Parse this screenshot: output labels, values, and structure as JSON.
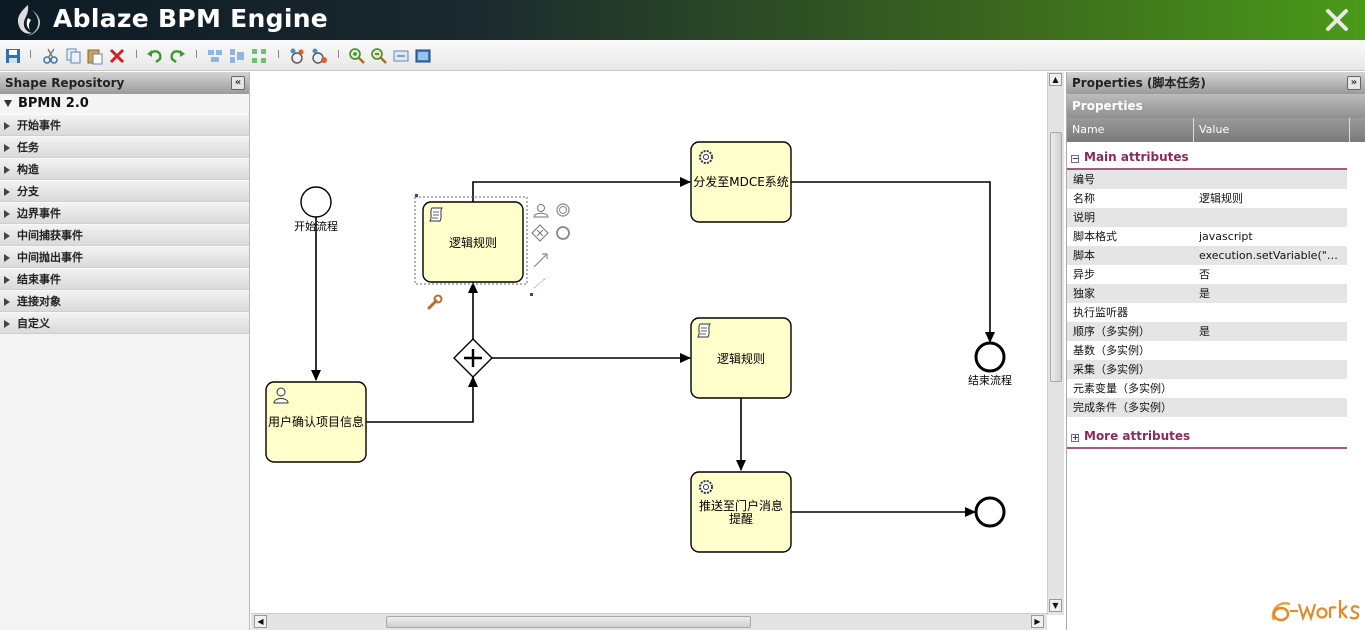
{
  "app": {
    "title": "Ablaze BPM Engine"
  },
  "shape_repository": {
    "title": "Shape Repository",
    "root": "BPMN 2.0",
    "categories": [
      "开始事件",
      "任务",
      "构造",
      "分支",
      "边界事件",
      "中间捕获事件",
      "中间抛出事件",
      "结束事件",
      "连接对象",
      "自定义"
    ]
  },
  "diagram": {
    "start_label": "开始流程",
    "end_label": "结束流程",
    "tasks": {
      "confirm": "用户确认项目信息",
      "rule_top": "逻辑规则",
      "rule_mid": "逻辑规则",
      "dispatch": "分发至MDCE系统",
      "push_line1": "推送至门户消息",
      "push_line2": "提醒"
    }
  },
  "properties": {
    "title": "Properties (脚本任务)",
    "subheader": "Properties",
    "col_name": "Name",
    "col_value": "Value",
    "main_section": "Main attributes",
    "more_section": "More attributes",
    "rows": [
      {
        "name": "编号",
        "value": ""
      },
      {
        "name": "名称",
        "value": "逻辑规则"
      },
      {
        "name": "说明",
        "value": ""
      },
      {
        "name": "脚本格式",
        "value": "javascript"
      },
      {
        "name": "脚本",
        "value": "execution.setVariable(\"WS..."
      },
      {
        "name": "异步",
        "value": "否"
      },
      {
        "name": "独家",
        "value": "是"
      },
      {
        "name": "执行监听器",
        "value": ""
      },
      {
        "name": "顺序（多实例）",
        "value": "是"
      },
      {
        "name": "基数（多实例）",
        "value": ""
      },
      {
        "name": "采集（多实例）",
        "value": ""
      },
      {
        "name": "元素变量（多实例）",
        "value": ""
      },
      {
        "name": "完成条件（多实例）",
        "value": ""
      }
    ]
  },
  "toolbar_icons": [
    "save-icon",
    "cut-icon",
    "copy-icon",
    "paste-icon",
    "delete-icon",
    "undo-icon",
    "redo-icon",
    "align-vertical-icon",
    "align-horizontal-icon",
    "align-size-icon",
    "group-icon",
    "ungroup-icon",
    "zoom-in-icon",
    "zoom-out-icon",
    "zoom-original-icon",
    "fit-screen-icon"
  ],
  "colors": {
    "task_fill": "#ffffcc",
    "section_accent": "#8b2a5e"
  }
}
